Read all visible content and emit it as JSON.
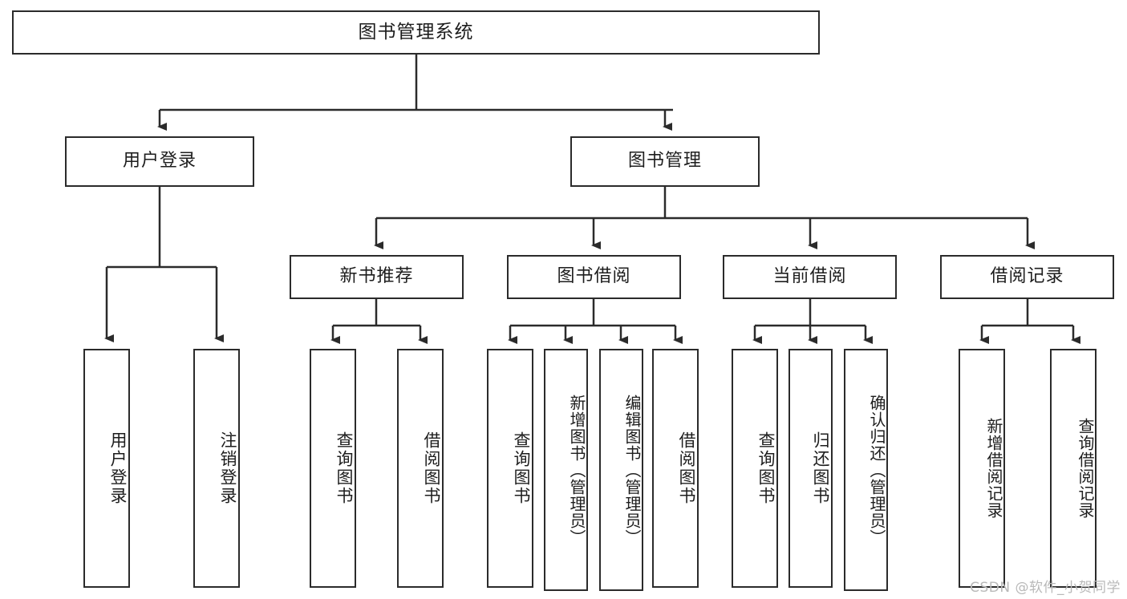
{
  "diagram": {
    "title": "图书管理系统",
    "type": "tree",
    "root": {
      "label": "图书管理系统",
      "orientation": "horizontal"
    },
    "level2": [
      {
        "label": "用户登录",
        "orientation": "horizontal"
      },
      {
        "label": "图书管理",
        "orientation": "horizontal"
      }
    ],
    "level3": [
      {
        "label": "新书推荐",
        "orientation": "horizontal",
        "parent": "图书管理"
      },
      {
        "label": "图书借阅",
        "orientation": "horizontal",
        "parent": "图书管理"
      },
      {
        "label": "当前借阅",
        "orientation": "horizontal",
        "parent": "图书管理"
      },
      {
        "label": "借阅记录",
        "orientation": "horizontal",
        "parent": "图书管理"
      }
    ],
    "leaves": {
      "user_login": [
        {
          "label": "用户登录",
          "orientation": "vertical"
        },
        {
          "label": "注销登录",
          "orientation": "vertical"
        }
      ],
      "new_book_recommend": [
        {
          "label": "查询图书",
          "orientation": "vertical"
        },
        {
          "label": "借阅图书",
          "orientation": "vertical"
        }
      ],
      "book_borrow": [
        {
          "label": "查询图书",
          "orientation": "vertical"
        },
        {
          "label": "新增图书（管理员）",
          "orientation": "vertical"
        },
        {
          "label": "编辑图书（管理员）",
          "orientation": "vertical"
        },
        {
          "label": "借阅图书",
          "orientation": "vertical"
        }
      ],
      "current_borrow": [
        {
          "label": "查询图书",
          "orientation": "vertical"
        },
        {
          "label": "归还图书",
          "orientation": "vertical"
        },
        {
          "label": "确认归还（管理员）",
          "orientation": "vertical"
        }
      ],
      "borrow_record": [
        {
          "label": "新增借阅记录",
          "orientation": "vertical"
        },
        {
          "label": "查询借阅记录",
          "orientation": "vertical"
        }
      ]
    },
    "colors": {
      "stroke": "#2b2b2b",
      "text": "#1d1d1d",
      "background": "#ffffff",
      "watermark": "#b9b9b9"
    }
  },
  "watermark": {
    "text": "CSDN @软件_小贺同学"
  }
}
